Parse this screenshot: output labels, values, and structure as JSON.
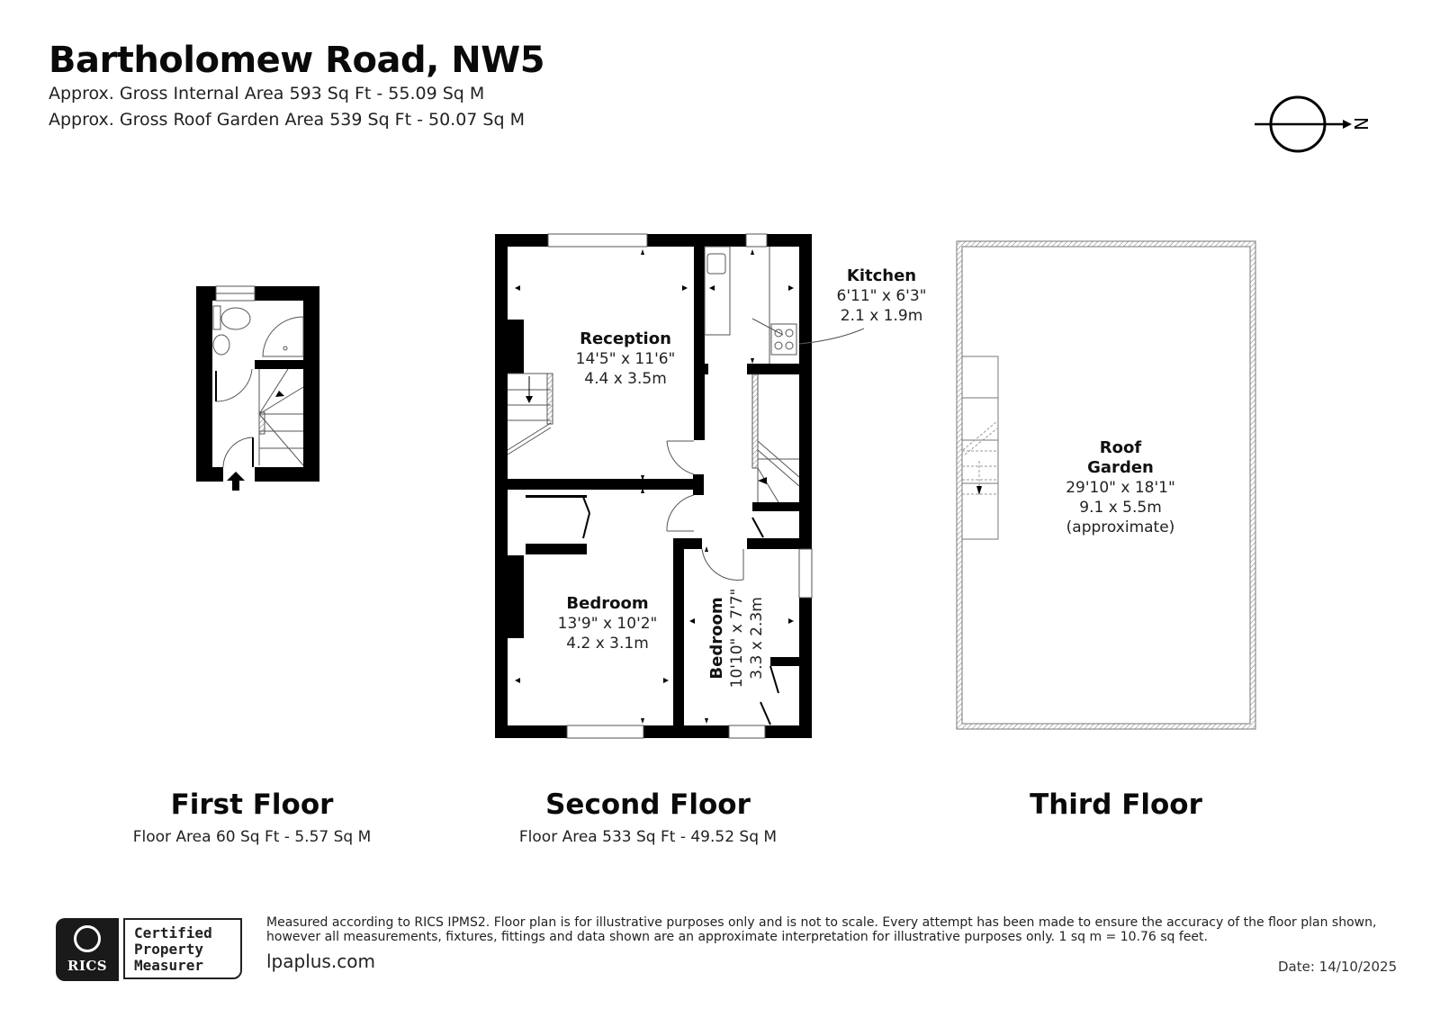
{
  "header": {
    "title": "Bartholomew Road, NW5",
    "gross_internal_area": "Approx. Gross Internal Area 593 Sq Ft - 55.09 Sq M",
    "gross_roof_garden_area": "Approx. Gross Roof Garden Area 539 Sq Ft - 50.07 Sq M"
  },
  "compass": {
    "label": "N",
    "icon": "north-arrow-icon"
  },
  "floors": [
    {
      "name": "First Floor",
      "area": "Floor Area 60 Sq Ft - 5.57 Sq M",
      "rooms": []
    },
    {
      "name": "Second Floor",
      "area": "Floor Area 533 Sq Ft - 49.52 Sq M",
      "rooms": [
        {
          "name": "Reception",
          "imperial": "14'5\" x 11'6\"",
          "metric": "4.4 x 3.5m"
        },
        {
          "name": "Kitchen",
          "imperial": "6'11\" x 6'3\"",
          "metric": "2.1 x 1.9m"
        },
        {
          "name": "Bedroom",
          "imperial": "13'9\" x 10'2\"",
          "metric": "4.2 x 3.1m"
        },
        {
          "name": "Bedroom",
          "imperial": "10'10\" x 7'7\"",
          "metric": "3.3 x 2.3m"
        }
      ]
    },
    {
      "name": "Third Floor",
      "area": "",
      "rooms": [
        {
          "name_line1": "Roof",
          "name_line2": "Garden",
          "imperial": "29'10\" x 18'1\"",
          "metric": "9.1 x 5.5m",
          "note": "(approximate)"
        }
      ]
    }
  ],
  "footer": {
    "badge": {
      "org": "RICS",
      "line1": "Certified",
      "line2": "Property",
      "line3": "Measurer"
    },
    "disclaimer": "Measured according to RICS IPMS2. Floor plan is for illustrative purposes only and is not to scale. Every attempt has been made to ensure the accuracy of the floor plan shown, however all measurements, fixtures, fittings and data shown are an approximate interpretation for illustrative purposes only. 1 sq m = 10.76 sq feet.",
    "website": "lpaplus.com",
    "date": "Date: 14/10/2025"
  },
  "colors": {
    "wall": "#000000",
    "thin_line": "#555555",
    "text": "#111111",
    "background": "#ffffff"
  }
}
